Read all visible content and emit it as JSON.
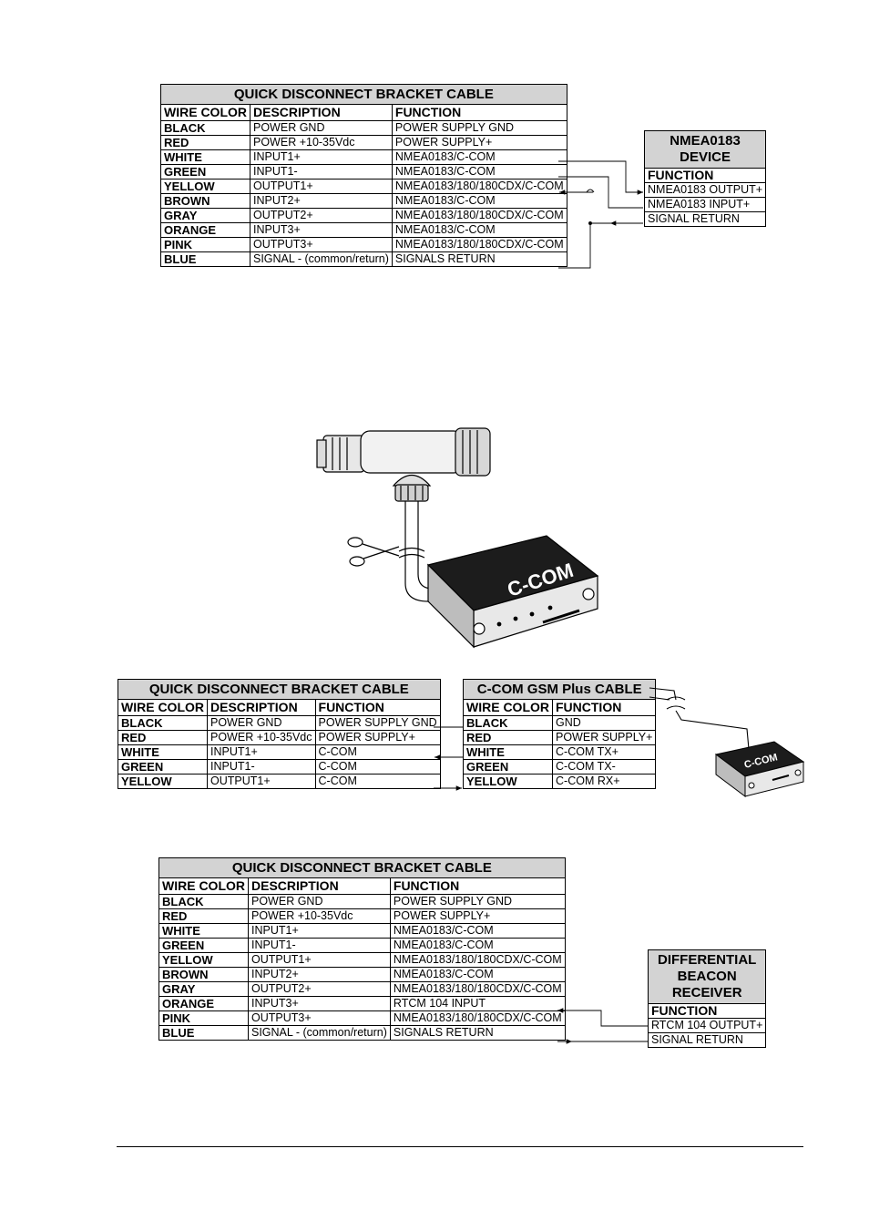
{
  "table1": {
    "title": "QUICK DISCONNECT BRACKET CABLE",
    "headers": [
      "WIRE COLOR",
      "DESCRIPTION",
      "FUNCTION"
    ],
    "rows": [
      [
        "BLACK",
        "POWER GND",
        "POWER SUPPLY GND"
      ],
      [
        "RED",
        "POWER +10-35Vdc",
        "POWER SUPPLY+"
      ],
      [
        "WHITE",
        "INPUT1+",
        "NMEA0183/C-COM"
      ],
      [
        "GREEN",
        "INPUT1-",
        "NMEA0183/C-COM"
      ],
      [
        "YELLOW",
        "OUTPUT1+",
        "NMEA0183/180/180CDX/C-COM"
      ],
      [
        "BROWN",
        "INPUT2+",
        "NMEA0183/C-COM"
      ],
      [
        "GRAY",
        "OUTPUT2+",
        "NMEA0183/180/180CDX/C-COM"
      ],
      [
        "ORANGE",
        "INPUT3+",
        "NMEA0183/C-COM"
      ],
      [
        "PINK",
        "OUTPUT3+",
        "NMEA0183/180/180CDX/C-COM"
      ],
      [
        "BLUE",
        "SIGNAL - (common/return)",
        "SIGNALS RETURN"
      ]
    ]
  },
  "nmea_device": {
    "title": "NMEA0183 DEVICE",
    "header": "FUNCTION",
    "rows": [
      "NMEA0183 OUTPUT+",
      "NMEA0183 INPUT+",
      "SIGNAL RETURN"
    ]
  },
  "ccom_illustration": {
    "label": "C-COM",
    "icon": "scissors-icon"
  },
  "table2": {
    "title": "QUICK DISCONNECT BRACKET CABLE",
    "headers": [
      "WIRE COLOR",
      "DESCRIPTION",
      "FUNCTION"
    ],
    "rows": [
      [
        "BLACK",
        "POWER GND",
        "POWER SUPPLY GND"
      ],
      [
        "RED",
        "POWER +10-35Vdc",
        "POWER SUPPLY+"
      ],
      [
        "WHITE",
        "INPUT1+",
        "C-COM"
      ],
      [
        "GREEN",
        "INPUT1-",
        "C-COM"
      ],
      [
        "YELLOW",
        "OUTPUT1+",
        "C-COM"
      ]
    ]
  },
  "ccom_cable": {
    "title": "C-COM GSM Plus CABLE",
    "headers": [
      "WIRE COLOR",
      "FUNCTION"
    ],
    "rows": [
      [
        "BLACK",
        "GND"
      ],
      [
        "RED",
        "POWER SUPPLY+"
      ],
      [
        "WHITE",
        "C-COM TX+"
      ],
      [
        "GREEN",
        "C-COM TX-"
      ],
      [
        "YELLOW",
        "C-COM RX+"
      ]
    ],
    "device_label": "C-COM"
  },
  "table3": {
    "title": "QUICK DISCONNECT BRACKET CABLE",
    "headers": [
      "WIRE COLOR",
      "DESCRIPTION",
      "FUNCTION"
    ],
    "rows": [
      [
        "BLACK",
        "POWER GND",
        "POWER SUPPLY GND"
      ],
      [
        "RED",
        "POWER +10-35Vdc",
        "POWER SUPPLY+"
      ],
      [
        "WHITE",
        "INPUT1+",
        "NMEA0183/C-COM"
      ],
      [
        "GREEN",
        "INPUT1-",
        "NMEA0183/C-COM"
      ],
      [
        "YELLOW",
        "OUTPUT1+",
        "NMEA0183/180/180CDX/C-COM"
      ],
      [
        "BROWN",
        "INPUT2+",
        "NMEA0183/C-COM"
      ],
      [
        "GRAY",
        "OUTPUT2+",
        "NMEA0183/180/180CDX/C-COM"
      ],
      [
        "ORANGE",
        "INPUT3+",
        "RTCM 104 INPUT"
      ],
      [
        "PINK",
        "OUTPUT3+",
        "NMEA0183/180/180CDX/C-COM"
      ],
      [
        "BLUE",
        "SIGNAL - (common/return)",
        "SIGNALS RETURN"
      ]
    ]
  },
  "beacon": {
    "title": "DIFFERENTIAL BEACON RECEIVER",
    "header": "FUNCTION",
    "rows": [
      "RTCM 104 OUTPUT+",
      "SIGNAL RETURN"
    ]
  }
}
